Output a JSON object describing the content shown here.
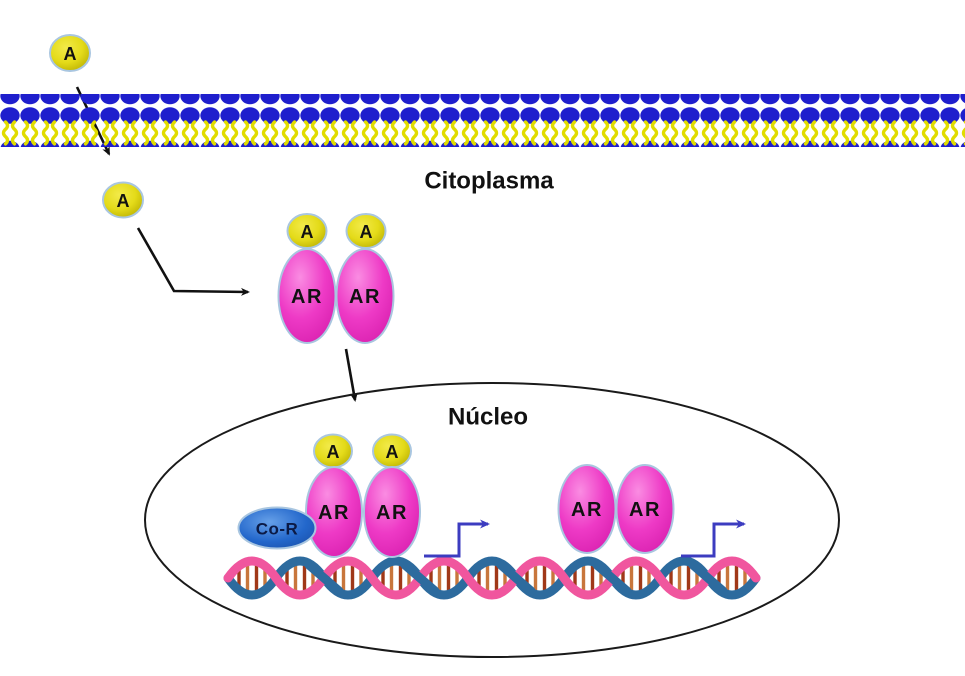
{
  "diagram": {
    "description": "Androgen receptor (AR) signaling pathway diagram",
    "labels": {
      "cytoplasm": "Citoplasma",
      "nucleus": "Núcleo",
      "androgen": "A",
      "receptor": "AR",
      "corepressor": "Co-R"
    },
    "colors": {
      "background": "#ffffff",
      "membrane-head": "#1f1fcd",
      "membrane-tail": "#e0dc00",
      "androgen-fill": "#e4db19",
      "androgen-light": "#f2ea4a",
      "androgen-dark": "#b9ae00",
      "androgen-stroke": "#a9c6e0",
      "receptor-fill": "#ee3ac6",
      "receptor-light": "#fa8ce2",
      "receptor-dark": "#d81fae",
      "corepressor-fill": "#2367cb",
      "corepressor-light": "#66a0e8",
      "corepressor-dark": "#1a4fa8",
      "corepressor-text": "#0b1a45",
      "arrow-black": "#111111",
      "arrow-blue": "#3c3cc0",
      "dna-pink": "#f0569e",
      "dna-blue": "#2d6b9e",
      "dna-rung-dark": "#a03818",
      "dna-rung-light": "#c8763c",
      "nucleus-stroke": "#1a1a1a",
      "label-text": "#111111"
    }
  }
}
